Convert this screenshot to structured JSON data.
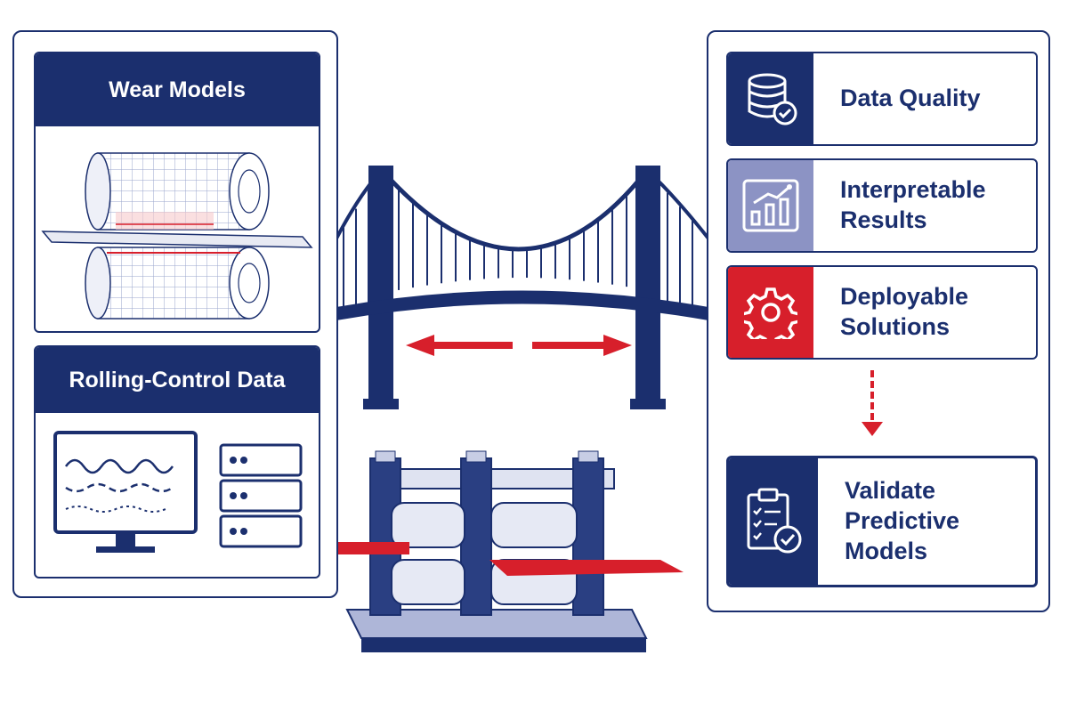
{
  "left": {
    "wear_models": {
      "title": "Wear Models"
    },
    "rolling_control": {
      "title": "Rolling-Control Data"
    }
  },
  "right": {
    "items": [
      {
        "label": "Data Quality",
        "icon": "database-check-icon"
      },
      {
        "label": "Interpretable Results",
        "icon": "chart-icon"
      },
      {
        "label": "Deployable Solutions",
        "icon": "gear-icon"
      }
    ],
    "final": {
      "label": "Validate Predictive Models",
      "icon": "clipboard-check-icon"
    }
  },
  "colors": {
    "navy": "#1b2f6e",
    "red": "#d71f2b",
    "lavender": "#8c93c4"
  }
}
